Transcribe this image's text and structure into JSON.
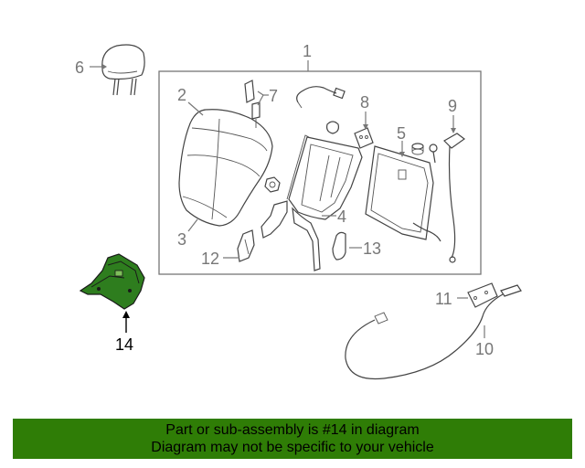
{
  "callouts": {
    "c1": "1",
    "c2": "2",
    "c3": "3",
    "c4": "4",
    "c5": "5",
    "c6": "6",
    "c7": "7",
    "c8": "8",
    "c9": "9",
    "c10": "10",
    "c11": "11",
    "c12": "12",
    "c13": "13",
    "c14": "14"
  },
  "highlighted_part": "14",
  "banner": {
    "line1": "Part or sub-assembly is #14 in diagram",
    "line2": "Diagram may not be specific to your vehicle",
    "background": "#2f7d06"
  },
  "colors": {
    "highlight_fill": "#2e7d1e",
    "line": "#444444",
    "callout_text": "#777777"
  }
}
